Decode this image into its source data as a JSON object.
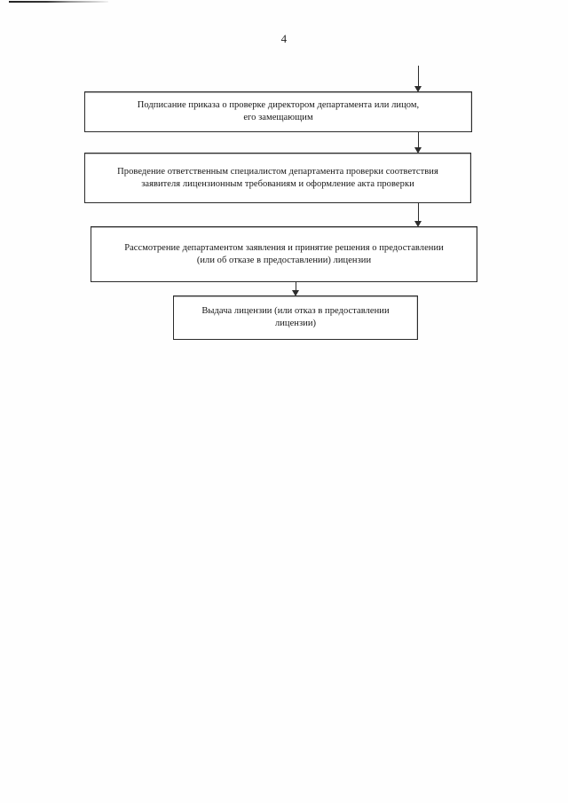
{
  "page": {
    "number": "4",
    "background_color": "#ffffff",
    "text_color": "#161616",
    "line_color": "#2d2d2d"
  },
  "chart_data": {
    "type": "diagram",
    "diagram_kind": "flowchart",
    "orientation": "top-to-bottom",
    "language": "ru",
    "title": "",
    "nodes": [
      {
        "id": "node-1",
        "shape": "rectangle",
        "text": "Подписание приказа о проверке директором департамента или лицом,\nего замещающим",
        "lines": [
          "Подписание приказа о проверке директором департамента или лицом,",
          "его замещающим"
        ]
      },
      {
        "id": "node-2",
        "shape": "rectangle",
        "text": "Проведение ответственным специалистом департамента проверки соответствия\nзаявителя лицензионным требованиям и оформление акта проверки",
        "lines": [
          "Проведение ответственным специалистом департамента проверки соответствия",
          "заявителя лицензионным требованиям и оформление акта проверки"
        ]
      },
      {
        "id": "node-3",
        "shape": "rectangle",
        "text": "Рассмотрение департаментом заявления и принятие решения о предоставлении\n(или об отказе в предоставлении) лицензии",
        "lines": [
          "Рассмотрение департаментом заявления и принятие решения о предоставлении",
          "(или об отказе в предоставлении) лицензии"
        ]
      },
      {
        "id": "node-4",
        "shape": "rectangle",
        "text": "Выдача лицензии (или отказ в предоставлении\nлицензии)",
        "lines": [
          "Выдача лицензии (или отказ в предоставлении",
          "лицензии)"
        ]
      }
    ],
    "edges": [
      {
        "id": "conn-in",
        "from": "page-top",
        "to": "node-1",
        "style": "solid",
        "arrow": "down"
      },
      {
        "id": "conn-1-2",
        "from": "node-1",
        "to": "node-2",
        "style": "solid",
        "arrow": "down"
      },
      {
        "id": "conn-2-3",
        "from": "node-2",
        "to": "node-3",
        "style": "solid",
        "arrow": "down"
      },
      {
        "id": "conn-3-4",
        "from": "node-3",
        "to": "node-4",
        "style": "solid",
        "arrow": "down"
      }
    ]
  }
}
